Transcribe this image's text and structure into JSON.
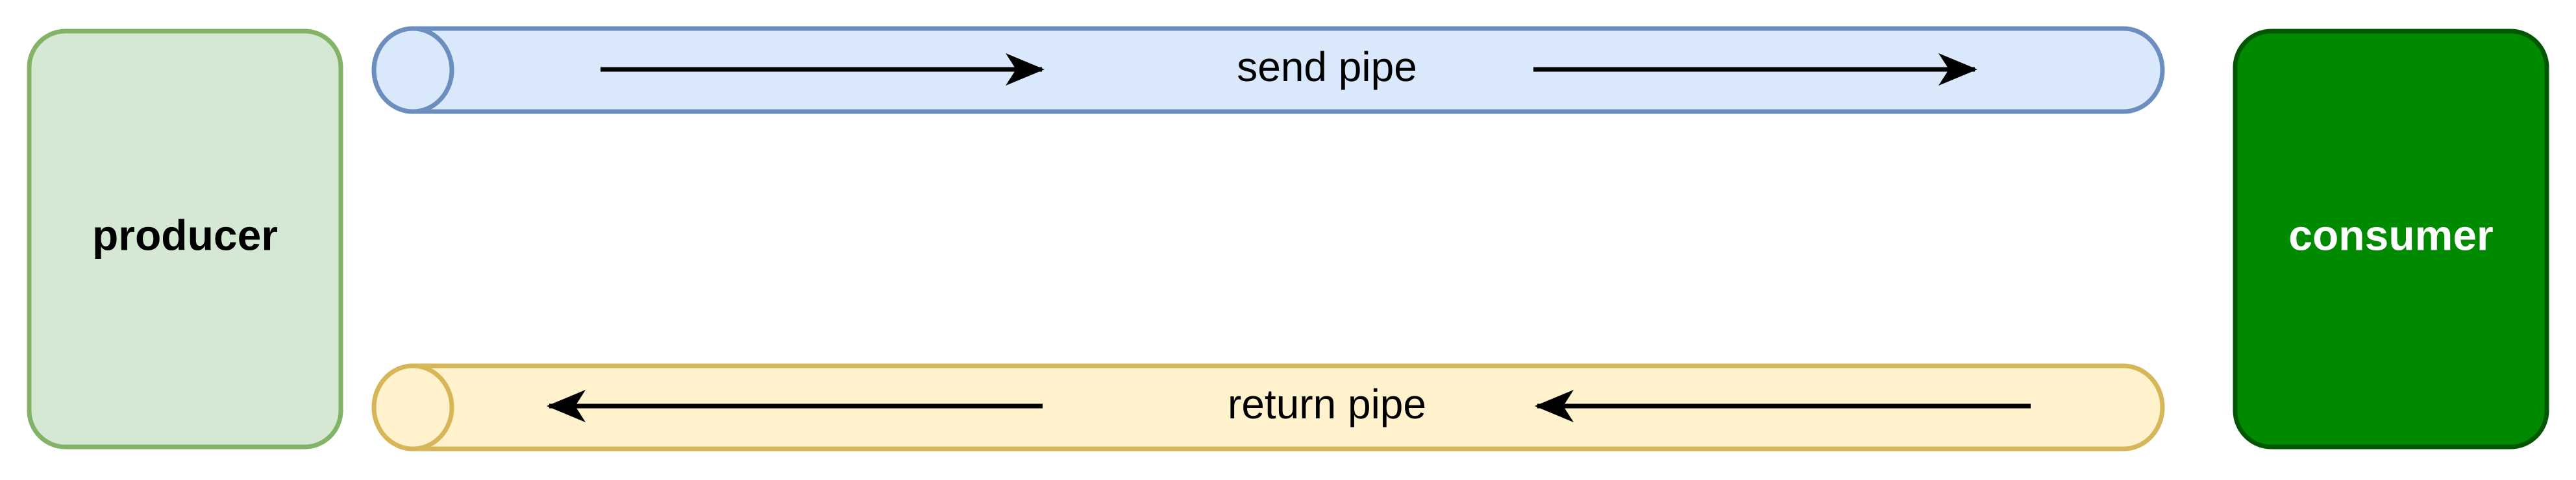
{
  "nodes": {
    "producer": {
      "label": "producer",
      "fill": "#d5e8d4",
      "stroke": "#82b366",
      "text_color": "#000000"
    },
    "consumer": {
      "label": "consumer",
      "fill": "#008a00",
      "stroke": "#005700",
      "text_color": "#ffffff"
    }
  },
  "pipes": {
    "send": {
      "label": "send pipe",
      "fill": "#dae8fc",
      "stroke": "#6c8ebf",
      "direction": "producer-to-consumer"
    },
    "return": {
      "label": "return pipe",
      "fill": "#fff2cc",
      "stroke": "#d6b656",
      "direction": "consumer-to-producer"
    }
  }
}
